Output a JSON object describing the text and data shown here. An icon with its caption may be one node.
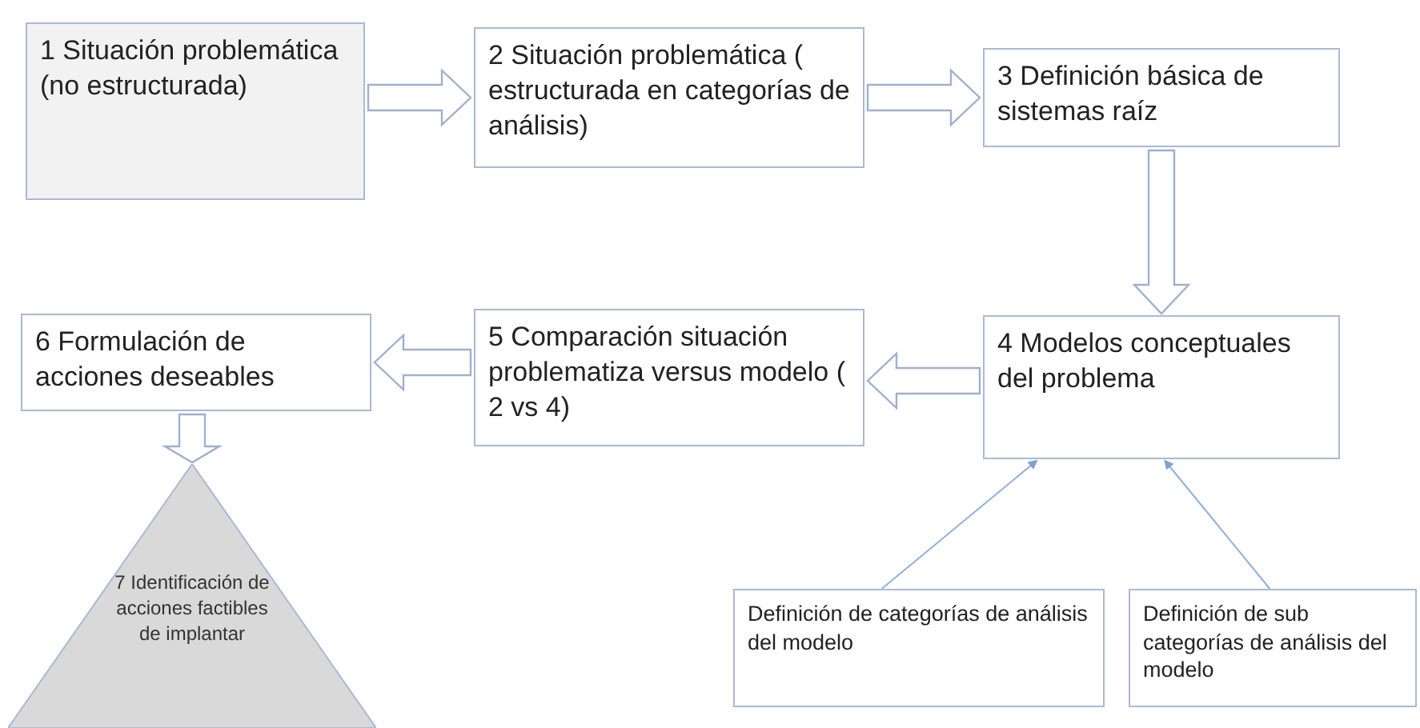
{
  "diagram": {
    "nodes": [
      {
        "text": [
          "1 Situación problemática (no estructurada)"
        ]
      },
      {
        "text": [
          "2 Situación problemática ( estructurada en categorías de análisis)"
        ]
      },
      {
        "text": [
          "3 Definición básica de sistemas raíz"
        ]
      },
      {
        "text": [
          "4 Modelos conceptuales del problema"
        ]
      },
      {
        "text": [
          "5 Comparación situación problematiza versus modelo ( 2 vs 4)"
        ]
      },
      {
        "text": [
          "6 Formulación de acciones  deseables"
        ]
      },
      {
        "text": [
          "7 Identificación de acciones factibles de implantar"
        ]
      },
      {
        "text": [
          "Definición de categorías de análisis del modelo"
        ]
      },
      {
        "text": [
          "Definición de sub categorías de análisis del modelo"
        ]
      }
    ],
    "edges": [
      {
        "from": 0,
        "to": 1,
        "arrow": "to",
        "style": "thick"
      },
      {
        "from": 1,
        "to": 2,
        "arrow": "to",
        "style": "thick"
      },
      {
        "from": 2,
        "to": 3,
        "arrow": "to",
        "style": "thick"
      },
      {
        "from": 3,
        "to": 4,
        "arrow": "to",
        "style": "thick"
      },
      {
        "from": 4,
        "to": 5,
        "arrow": "to",
        "style": "thick"
      },
      {
        "from": 5,
        "to": 6,
        "arrow": "to",
        "style": "thick"
      },
      {
        "from": 7,
        "to": 3,
        "arrow": "to"
      },
      {
        "from": 8,
        "to": 3,
        "arrow": "to"
      }
    ]
  }
}
